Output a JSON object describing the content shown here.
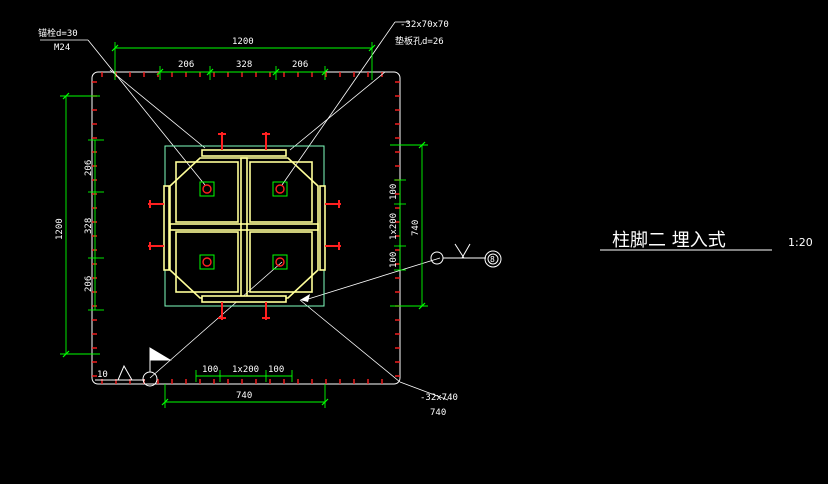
{
  "title": {
    "text": "柱脚二  埋入式",
    "scale": "1:20"
  },
  "callouts": {
    "top_left_line1": "锚栓d=30",
    "top_left_line2": "M24",
    "top_right_line1": "-32x70x70",
    "top_right_line2": "垫板孔d=26",
    "bottom_right_line1": "-32x740",
    "bottom_right_line2": "740",
    "section_mark": "8",
    "level_mark": "10"
  },
  "dimensions": {
    "top_overall": "1200",
    "top_segments": [
      "206",
      "328",
      "206"
    ],
    "left_overall": "1200",
    "left_segments": [
      "206",
      "328",
      "206"
    ],
    "right_overall": "740",
    "right_segments": [
      "100",
      "1x200",
      "100"
    ],
    "bottom_segments": [
      "100",
      "1x200",
      "100"
    ],
    "bottom_overall": "740"
  },
  "colors": {
    "background": "#000000",
    "outline": "#ffffff",
    "dimension": "#00ff00",
    "hatch_red": "#ff2020",
    "plate": "#ffff99",
    "base_plate": "#80ffc0",
    "anchor": "#00ff00"
  }
}
